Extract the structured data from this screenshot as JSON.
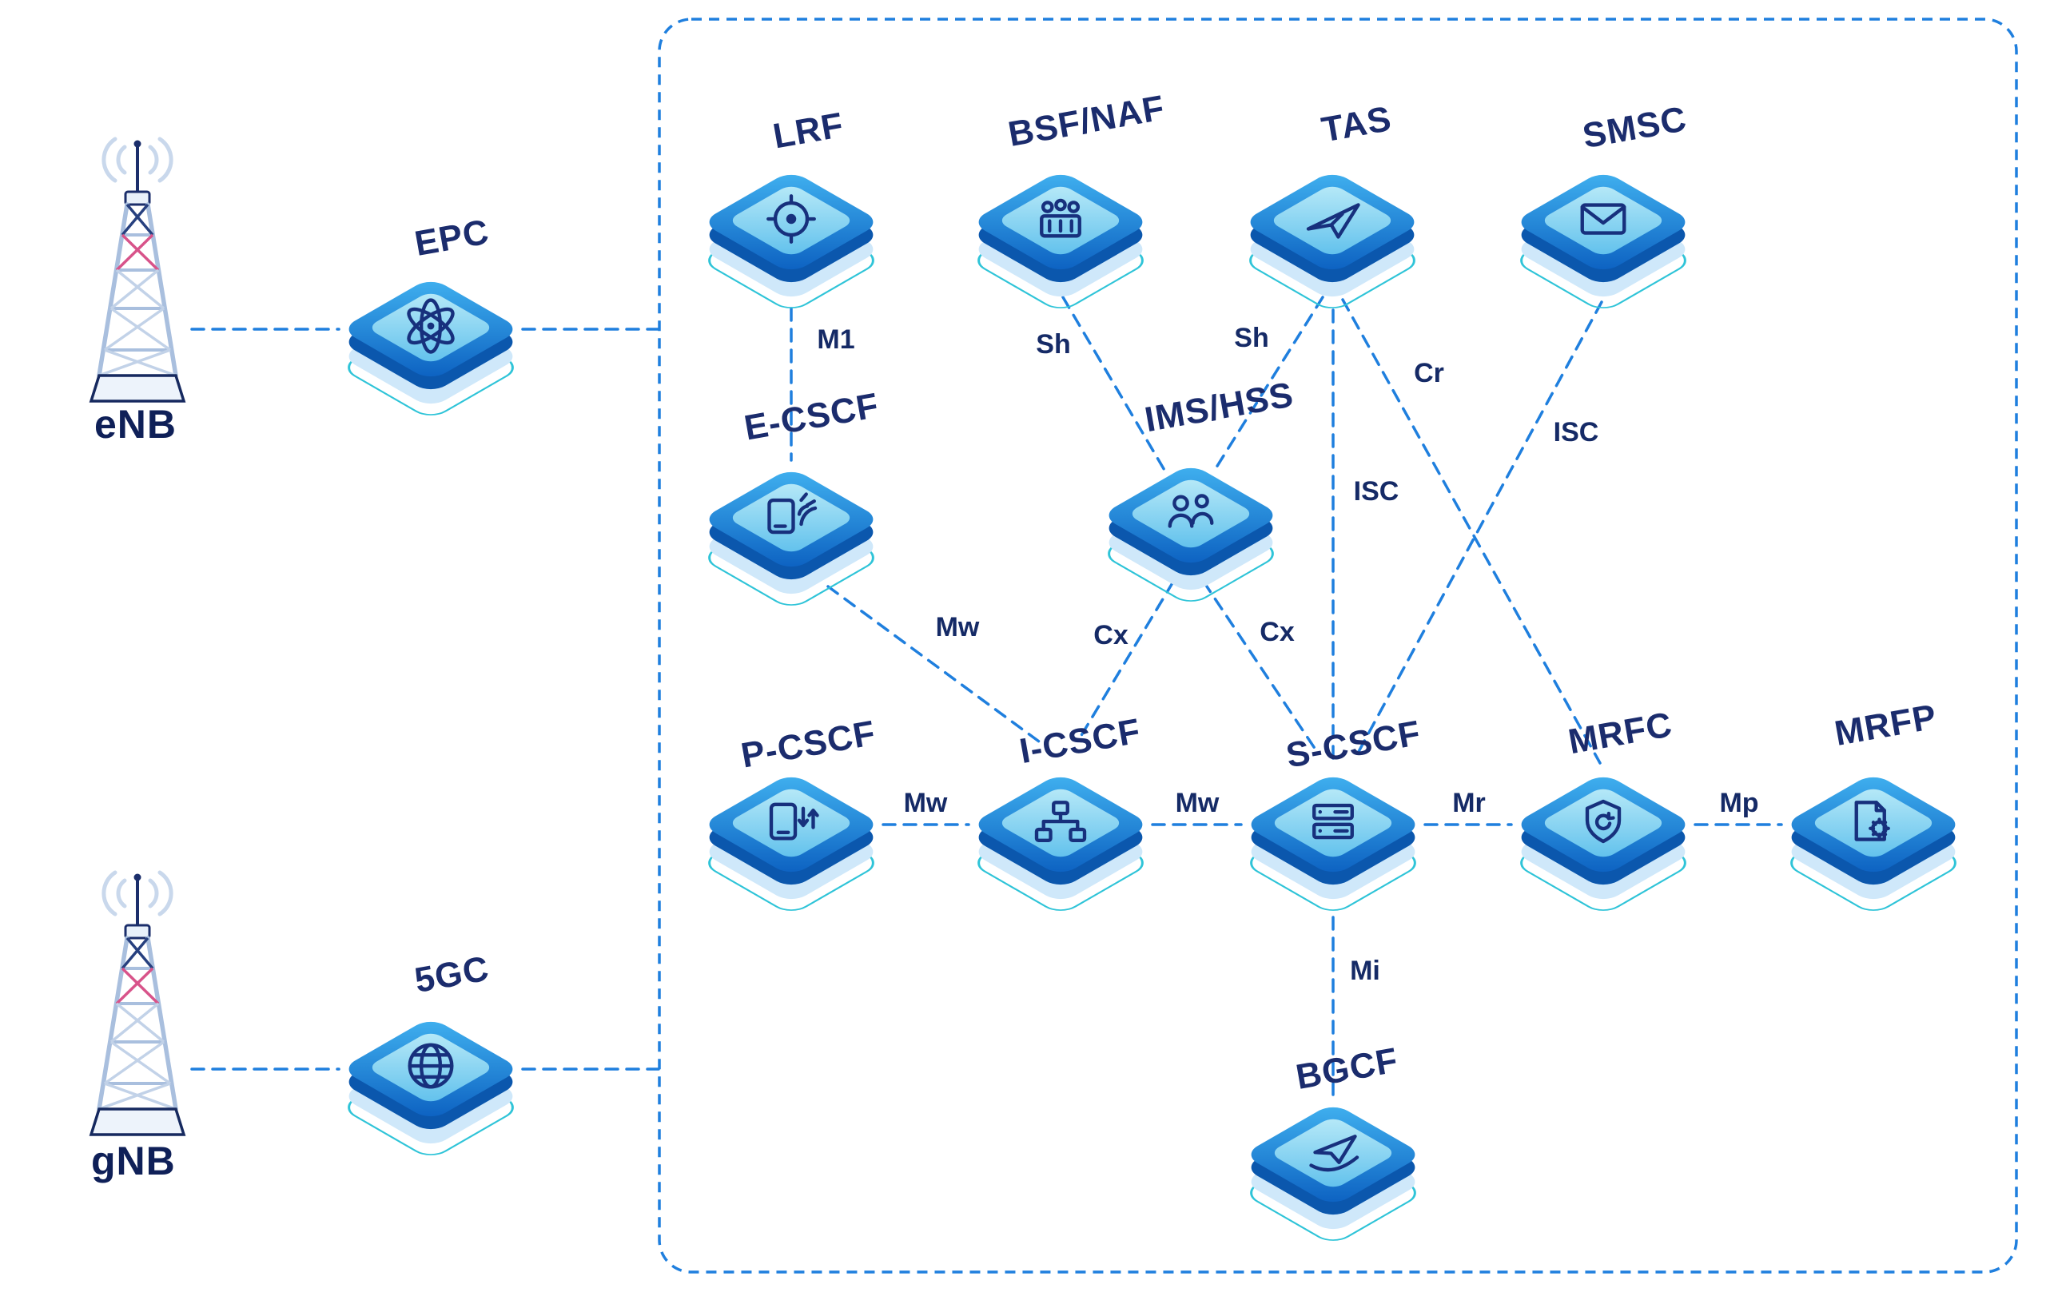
{
  "colors": {
    "link_blue": "#1F7FDE",
    "label_navy": "#1B2C6D",
    "node_top_light": "#41B2F0",
    "node_top_dark": "#0B5FC0",
    "node_side": "#0B57AD",
    "panel_cyan_light": "#B9EAF8",
    "panel_cyan_dark": "#5FC0EC",
    "plate_teal": "#2FC4D8",
    "icon_navy": "#17307D"
  },
  "access_network": {
    "enb_label": "eNB",
    "gnb_label": "gNB",
    "epc_label": "EPC",
    "fivegc_label": "5GC"
  },
  "ims_core": {
    "lrf": "LRF",
    "bsf_naf": "BSF/NAF",
    "tas": "TAS",
    "smsc": "SMSC",
    "e_cscf": "E-CSCF",
    "ims_hss": "IMS/HSS",
    "p_cscf": "P-CSCF",
    "i_cscf": "I-CSCF",
    "s_cscf": "S-CSCF",
    "mrfc": "MRFC",
    "mrfp": "MRFP",
    "bgcf": "BGCF"
  },
  "interfaces": {
    "m1": "M1",
    "sh_bsf": "Sh",
    "sh_tas": "Sh",
    "cr": "Cr",
    "isc_smsc": "ISC",
    "isc_tas": "ISC",
    "mw_diag": "Mw",
    "cx_i": "Cx",
    "cx_s": "Cx",
    "mw_p_i": "Mw",
    "mw_i_s": "Mw",
    "mr": "Mr",
    "mp": "Mp",
    "mi": "Mi"
  },
  "icons": {
    "enb": "radio-tower-icon",
    "gnb": "radio-tower-icon",
    "epc": "atom-icon",
    "fivegc": "globe-icon",
    "lrf": "location-search-icon",
    "bsf_naf": "user-group-server-icon",
    "tas": "paper-plane-icon",
    "smsc": "mail-icon",
    "e_cscf": "emergency-phone-icon",
    "ims_hss": "user-group-icon",
    "p_cscf": "phone-transfer-icon",
    "i_cscf": "network-topology-icon",
    "s_cscf": "server-registration-icon",
    "mrfc": "shield-refresh-icon",
    "mrfp": "document-gear-icon",
    "bgcf": "call-routing-icon"
  }
}
